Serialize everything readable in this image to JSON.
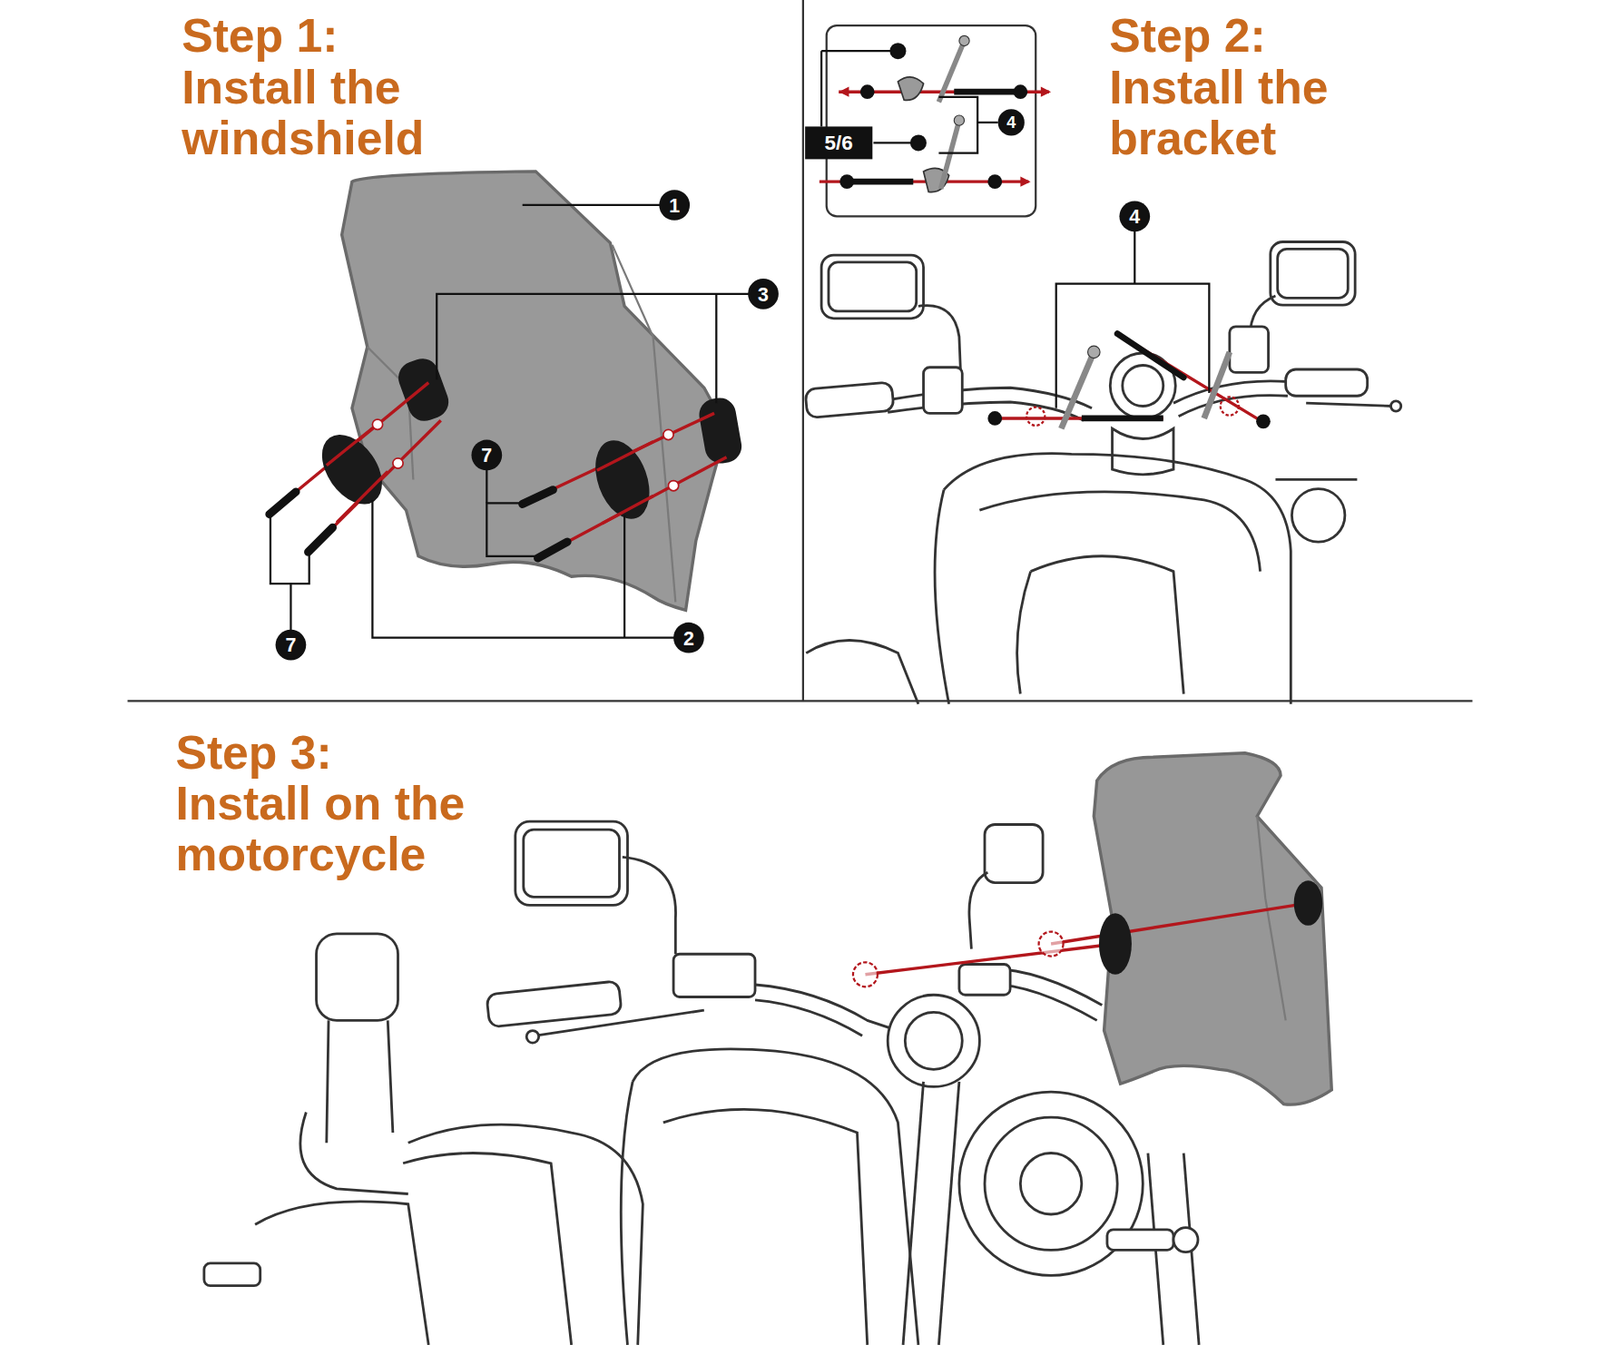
{
  "diagram": {
    "nodes": [
      {
        "text": [
          "1"
        ]
      },
      {
        "text": [
          "3"
        ]
      },
      {
        "text": [
          "7"
        ]
      },
      {
        "text": [
          "7"
        ]
      },
      {
        "text": [
          "2"
        ]
      },
      {
        "text": [
          "4"
        ]
      },
      {
        "text": [
          "5/6"
        ]
      },
      {
        "text": [
          "4"
        ]
      }
    ],
    "labels": [
      "Step 1:",
      "Install the windshield",
      "Step 2:",
      "Install the bracket",
      "Step 3:",
      "Install on the motorcycle"
    ]
  }
}
